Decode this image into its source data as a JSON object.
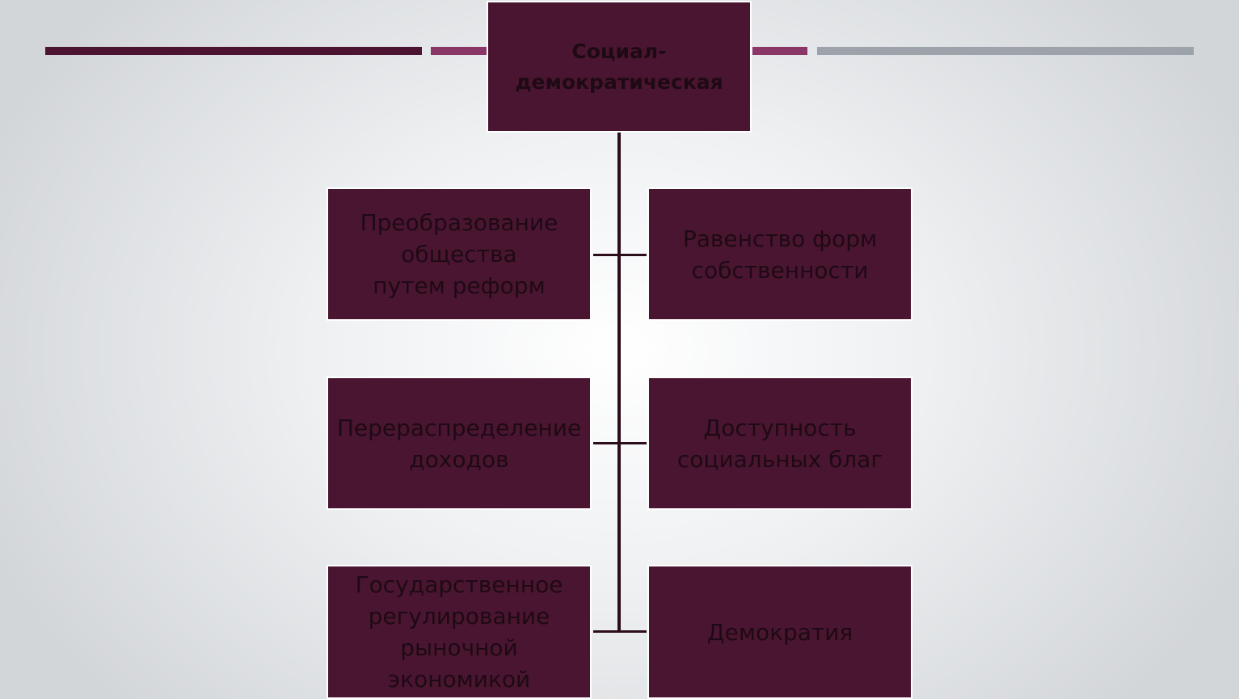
{
  "diagram": {
    "title": "Социал-\nдемократическая",
    "nodes": [
      {
        "id": "l1",
        "label": "Преобразование\nобщества\nпутем реформ"
      },
      {
        "id": "r1",
        "label": "Равенство форм\nсобственности"
      },
      {
        "id": "l2",
        "label": "Перераспределение\nдоходов"
      },
      {
        "id": "r2",
        "label": "Доступность\nсоциальных благ"
      },
      {
        "id": "l3",
        "label": "Государственное\nрегулирование\nрыночной экономикой"
      },
      {
        "id": "r3",
        "label": "Демократия"
      }
    ]
  },
  "colors": {
    "box_fill": "#4a1530",
    "text": "#1e0a14",
    "bar_dark": "#4c1430",
    "bar_accent": "#8a3767",
    "bar_gray": "#9da3aa",
    "connector": "#2b0d1c"
  }
}
